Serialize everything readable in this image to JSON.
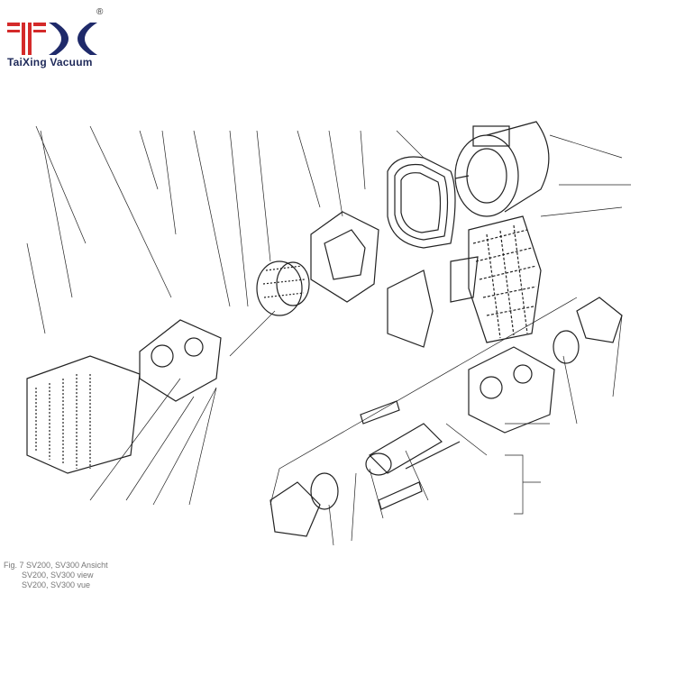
{
  "logo": {
    "brand": "TaiXing Vacuum",
    "mark": "TX",
    "registered": "®",
    "colors": {
      "red": "#d42a2a",
      "navy": "#1f2a6a"
    }
  },
  "caption": {
    "line1": "Fig. 7  SV200, SV300 Ansicht",
    "line2": "SV200, SV300 view",
    "line3": "SV200, SV300 vue"
  }
}
